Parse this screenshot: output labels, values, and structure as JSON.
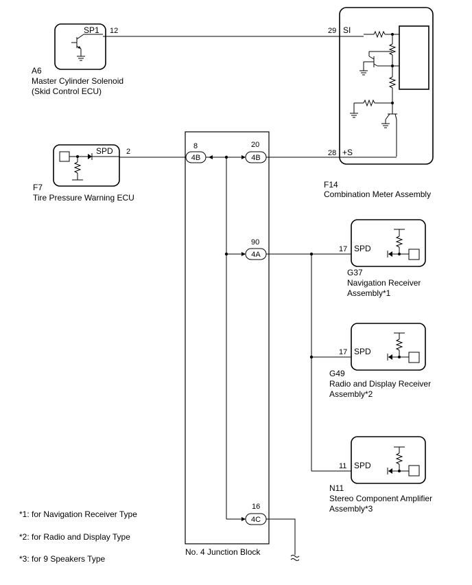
{
  "components": {
    "a6": {
      "code": "A6",
      "name_line1": "Master Cylinder Solenoid",
      "name_line2": "(Skid Control ECU)",
      "terminal": "SP1",
      "pin": "12"
    },
    "f7": {
      "code": "F7",
      "name": "Tire Pressure Warning ECU",
      "terminal": "SPD",
      "pin": "2"
    },
    "f14": {
      "code": "F14",
      "name": "Combination Meter Assembly",
      "terminal_si": "SI",
      "pin_si": "29",
      "terminal_s": "+S",
      "pin_s": "28"
    },
    "g37": {
      "code": "G37",
      "name_line1": "Navigation Receiver",
      "name_line2": "Assembly*1",
      "terminal": "SPD",
      "pin": "17"
    },
    "g49": {
      "code": "G49",
      "name_line1": "Radio and Display Receiver",
      "name_line2": "Assembly*2",
      "terminal": "SPD",
      "pin": "17"
    },
    "n11": {
      "code": "N11",
      "name_line1": "Stereo Component Amplifier",
      "name_line2": "Assembly*3",
      "terminal": "SPD",
      "pin": "11"
    }
  },
  "junction_block": {
    "name": "No. 4 Junction Block",
    "connectors": [
      {
        "pin": "8",
        "label": "4B"
      },
      {
        "pin": "20",
        "label": "4B"
      },
      {
        "pin": "90",
        "label": "4A"
      },
      {
        "pin": "16",
        "label": "4C"
      }
    ]
  },
  "notes": [
    "*1: for Navigation Receiver Type",
    "*2: for Radio and Display Type",
    "*3: for 9 Speakers Type"
  ]
}
